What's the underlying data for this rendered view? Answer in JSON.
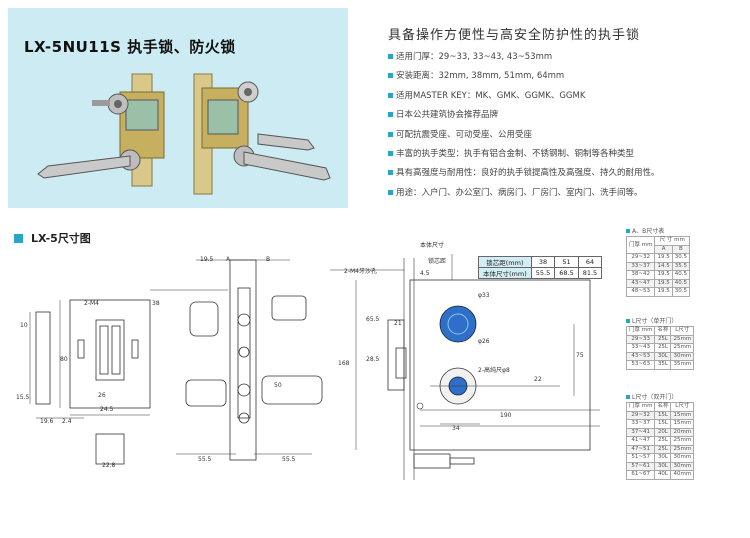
{
  "product_title": "LX-5NU11S 执手锁、防火锁",
  "features_title": "具备操作方便性与高安全防护性的执手锁",
  "features": [
    "适用门厚：29~33, 33~43, 43~53mm",
    "安装距离：32mm, 38mm, 51mm, 64mm",
    "适用MASTER KEY：MK、GMK、GGMK、GGMK",
    "日本公共建筑协会推荐品牌",
    "可配抗震受座、可动受座、公用受座",
    "丰富的执手类型：执手有铝合金制、不锈钢制、铜制等各种类型",
    "具有高强度与耐用性：良好的执手锁提高性及高强度、持久的耐用性。",
    "用途：入户门、办公室门、病房门、厂房门、室内门、洗手间等。"
  ],
  "section_title": "LX-5尺寸图",
  "backset_table": {
    "row1_label": "锁芯距(mm)",
    "row2_label": "本体尺寸(mm)",
    "backsets": [
      "38",
      "51",
      "64"
    ],
    "body_sizes": [
      "55.5",
      "68.5",
      "81.5"
    ]
  },
  "dim_labels": {
    "body_size": "本体尺寸",
    "backset": "锁芯距",
    "d33": "φ33",
    "d26": "φ26",
    "shaft": "2-高纯尺φ8",
    "screw": "2-M4牙沙孔",
    "m4": "2-M4",
    "d190": "190",
    "d34": "34",
    "d168": "168",
    "d75": "75",
    "d50": "50",
    "d22": "22",
    "d28_5": "28.5",
    "d21": "21",
    "d65_5": "65.5",
    "d4_5": "4.5",
    "d19_5": "19.5",
    "d26_s": "26",
    "d55_5a": "55.5",
    "d55_5b": "55.5",
    "dA": "A",
    "dB": "B",
    "d80": "80",
    "d15_5": "15.5",
    "d24_5": "24.5",
    "d19_6": "19.6",
    "d2_4": "2.4",
    "d22_8": "22.8",
    "d38": "38",
    "d10": "10"
  },
  "table_ab": {
    "caption": "A、B尺寸表",
    "header1": "门厚 mm",
    "header2": "尺 寸 mm",
    "sub": [
      "A",
      "B"
    ],
    "rows": [
      [
        "29~32",
        "19.5",
        "30.5"
      ],
      [
        "33~37",
        "14.5",
        "35.5"
      ],
      [
        "38~42",
        "19.5",
        "40.5"
      ],
      [
        "43~47",
        "19.5",
        "40.5"
      ],
      [
        "48~53",
        "19.5",
        "30.5"
      ]
    ]
  },
  "table_l1": {
    "caption": "L尺寸（单开门）",
    "headers": [
      "门厚 mm",
      "名称",
      "L尺寸"
    ],
    "rows": [
      [
        "29~33",
        "25L",
        "25mm"
      ],
      [
        "33~43",
        "25L",
        "25mm"
      ],
      [
        "43~53",
        "30L",
        "30mm"
      ],
      [
        "53~63",
        "35L",
        "35mm"
      ]
    ]
  },
  "table_l2": {
    "caption": "L尺寸（双开门）",
    "headers": [
      "门厚 mm",
      "名称",
      "L尺寸"
    ],
    "rows": [
      [
        "29~32",
        "15L",
        "15mm"
      ],
      [
        "33~37",
        "15L",
        "15mm"
      ],
      [
        "37~41",
        "20L",
        "20mm"
      ],
      [
        "41~47",
        "25L",
        "25mm"
      ],
      [
        "47~51",
        "25L",
        "25mm"
      ],
      [
        "51~57",
        "30L",
        "30mm"
      ],
      [
        "57~61",
        "30L",
        "30mm"
      ],
      [
        "61~67",
        "40L",
        "40mm"
      ]
    ]
  },
  "colors": {
    "accent": "#27a6c6",
    "hero_bg": "#cdebf2",
    "highlight_blue": "#2f6fc7"
  }
}
